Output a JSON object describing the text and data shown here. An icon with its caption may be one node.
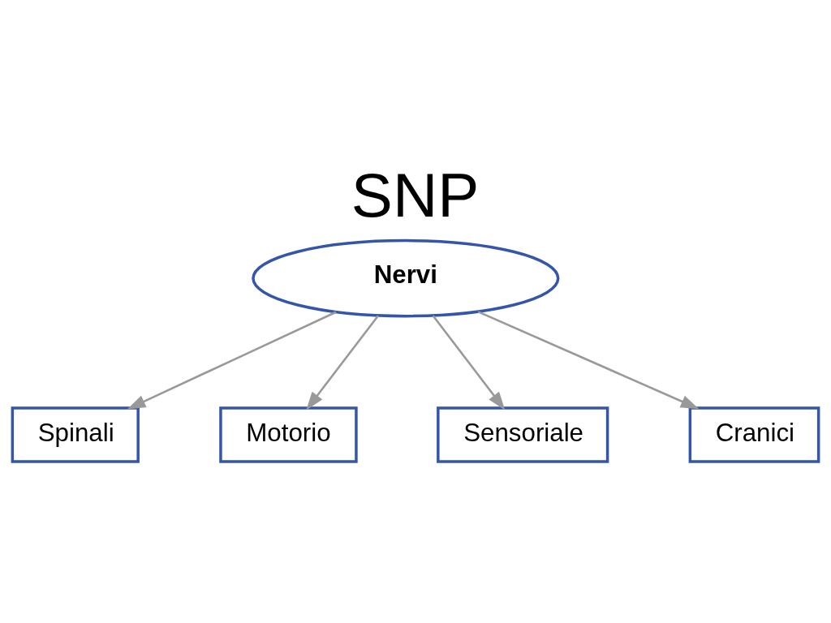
{
  "diagram": {
    "title": "SNP",
    "nodes": [
      {
        "text": [
          "Nervi"
        ]
      },
      {
        "text": [
          "Spinali"
        ]
      },
      {
        "text": [
          "Motorio"
        ]
      },
      {
        "text": [
          "Sensoriale"
        ]
      },
      {
        "text": [
          "Cranici"
        ]
      }
    ],
    "edges": [
      {
        "from": 0,
        "to": 1,
        "arrow": "to"
      },
      {
        "from": 0,
        "to": 2,
        "arrow": "to"
      },
      {
        "from": 0,
        "to": 4,
        "arrow": "to"
      },
      {
        "from": 0,
        "to": 3,
        "arrow": "to"
      }
    ]
  }
}
